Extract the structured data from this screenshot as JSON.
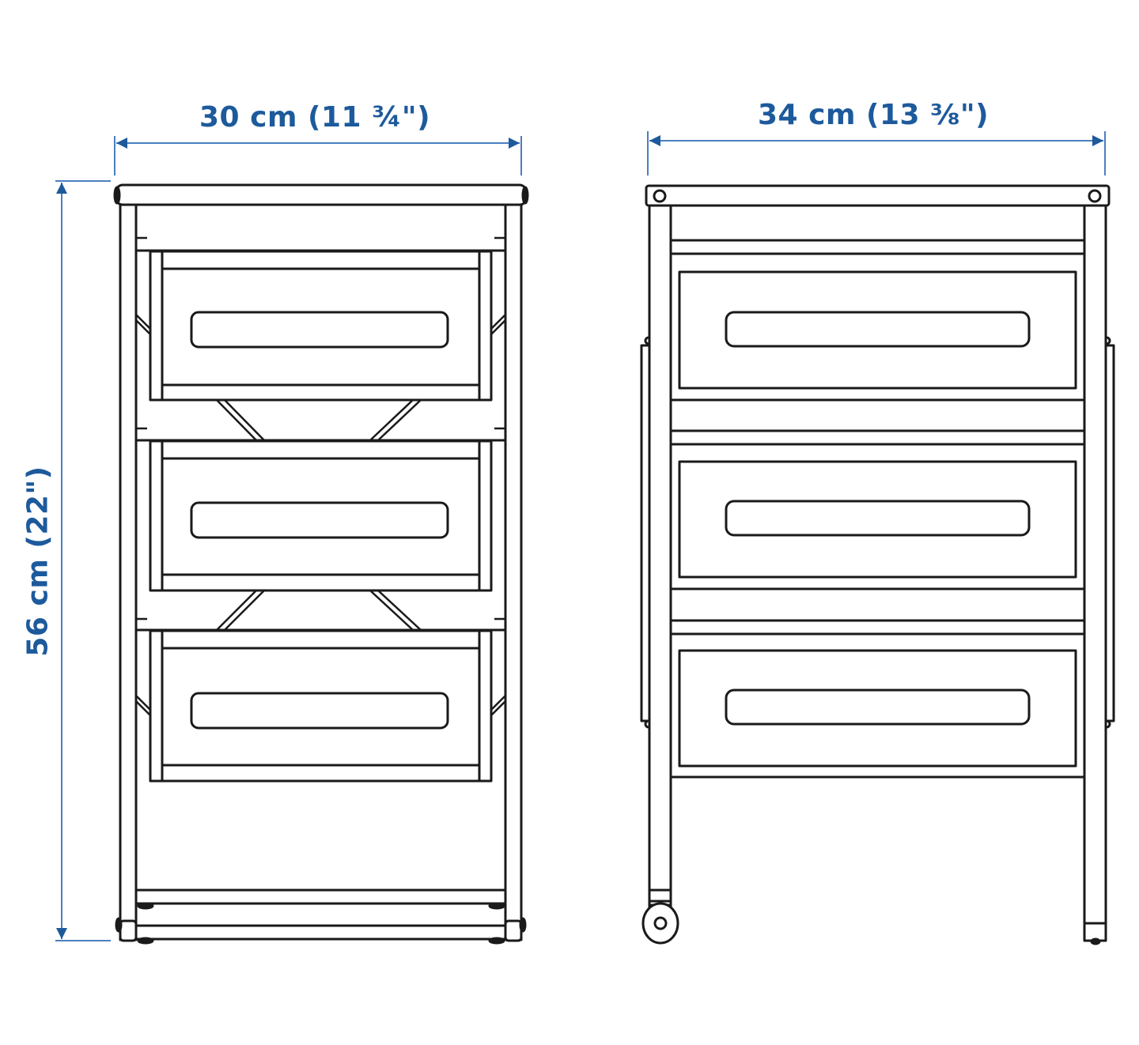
{
  "diagram": {
    "type": "product-dimension-drawing",
    "subject": "3-drawer storage unit with casters",
    "colors": {
      "dimension": "#1d5a9c",
      "line": "#1a1a1a",
      "background": "#ffffff"
    },
    "dimensions": {
      "front_width": "30 cm (11 ¾\")",
      "side_depth": "34 cm (13 ⅜\")",
      "height": "56 cm (22\")"
    },
    "views": [
      {
        "name": "front-view",
        "drawers": 3,
        "features": [
          "top panel",
          "frame legs",
          "cross braces",
          "bottom shelf",
          "feet"
        ]
      },
      {
        "name": "side-view",
        "drawers": 3,
        "features": [
          "top panel",
          "frame legs",
          "side rails",
          "caster wheel",
          "foot"
        ]
      }
    ]
  }
}
